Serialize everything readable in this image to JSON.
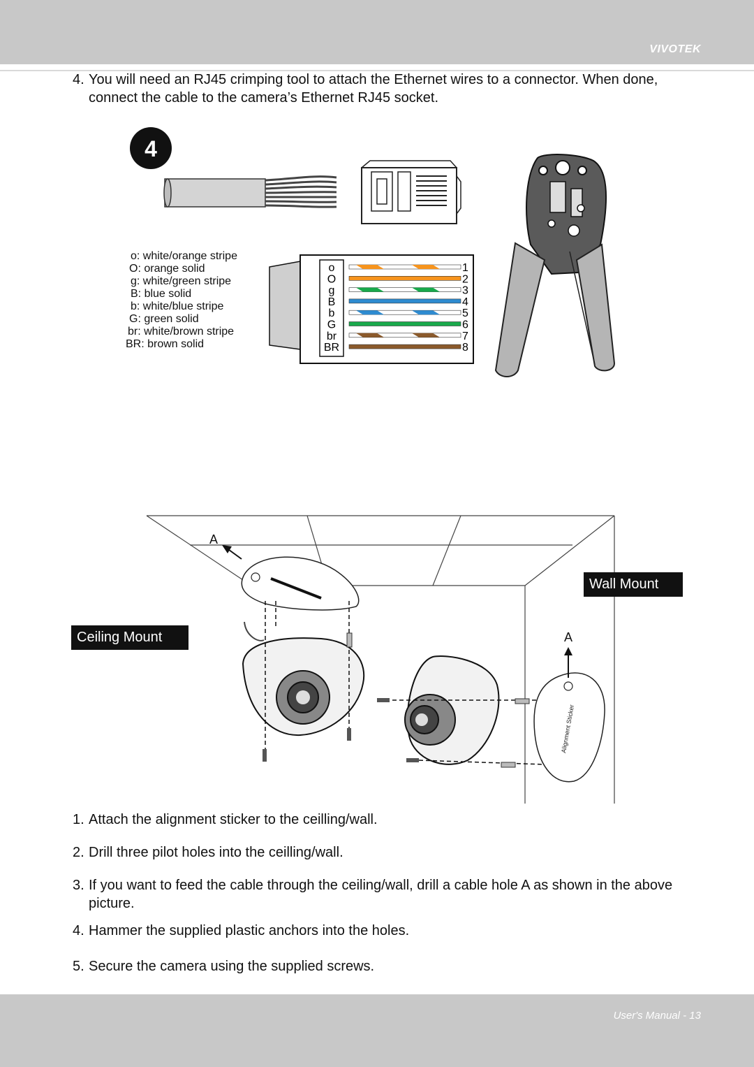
{
  "header": {
    "brand": "VIVOTEK"
  },
  "intro": {
    "number": "4.",
    "text": "You will need an RJ45 crimping tool to attach the Ethernet wires to a connector. When done, connect the cable to the camera’s Ethernet RJ45 socket."
  },
  "figure1": {
    "badge": "4",
    "legend": [
      "o: white/orange stripe",
      "O: orange solid",
      "g: white/green stripe",
      "B: blue solid",
      "b: white/blue stripe",
      "G: green solid",
      "br: white/brown stripe",
      "BR: brown solid"
    ],
    "wire_codes": [
      "o",
      "O",
      "g",
      "B",
      "b",
      "G",
      "br",
      "BR"
    ],
    "pin_numbers": [
      "1",
      "2",
      "3",
      "4",
      "5",
      "6",
      "7",
      "8"
    ],
    "wire_colors": {
      "orange": "#f7941d",
      "green": "#19a94b",
      "blue": "#2e8bd0",
      "brown": "#8b5a2b"
    }
  },
  "figure2": {
    "ceiling_label": "Ceiling Mount",
    "wall_label": "Wall Mount",
    "hole_label_ceiling": "A",
    "hole_label_wall": "A",
    "sticker_text": "Alignment Sticker"
  },
  "steps": [
    {
      "number": "1.",
      "text": "Attach the alignment sticker to the ceilling/wall."
    },
    {
      "number": "2.",
      "text": "Drill three pilot holes into the ceilling/wall."
    },
    {
      "number": "3.",
      "text": "If you want to feed the cable through the ceiling/wall, drill a cable hole A as shown in the above picture."
    },
    {
      "number": "4.",
      "text": "Hammer the supplied plastic anchors into the holes."
    },
    {
      "number": "5.",
      "text": "Secure the camera using the supplied screws."
    }
  ],
  "footer": {
    "page_label": "User's Manual - 13"
  }
}
